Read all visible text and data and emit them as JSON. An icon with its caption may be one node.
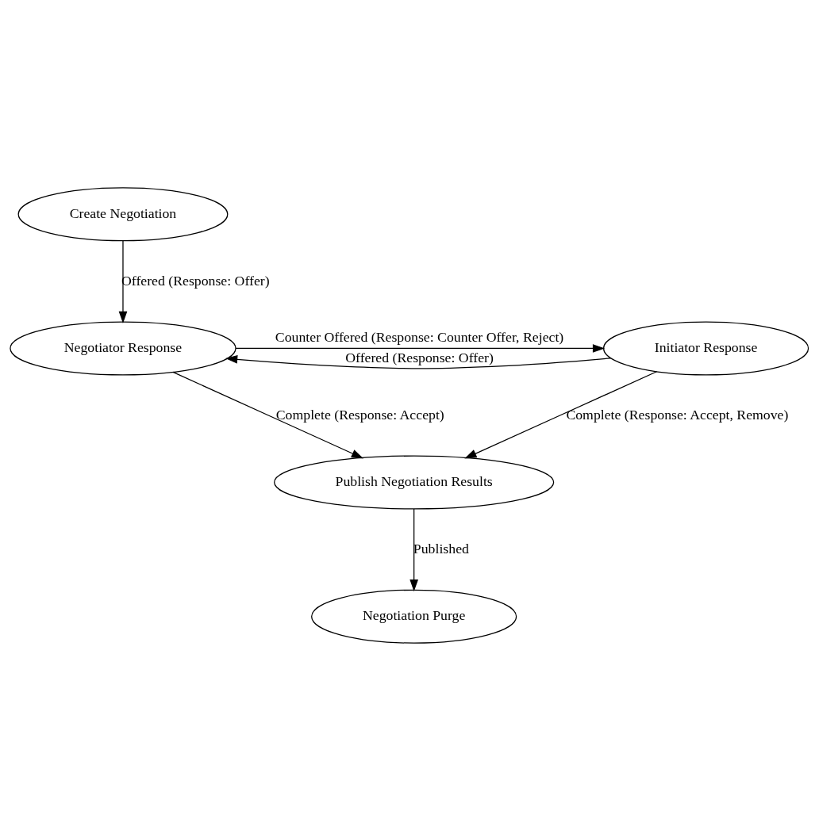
{
  "diagram": {
    "nodes": [
      {
        "text": [
          "Create Negotiation"
        ]
      },
      {
        "text": [
          "Negotiator Response"
        ]
      },
      {
        "text": [
          "Initiator Response"
        ]
      },
      {
        "text": [
          "Publish Negotiation Results"
        ]
      },
      {
        "text": [
          "Negotiation Purge"
        ]
      }
    ],
    "edges": [
      {
        "from": 0,
        "to": 1,
        "arrow": "to",
        "label": "Offered (Response: Offer)"
      },
      {
        "from": 1,
        "to": 2,
        "arrow": "to",
        "label": "Counter Offered (Response: Counter Offer, Reject)"
      },
      {
        "from": 2,
        "to": 1,
        "arrow": "to",
        "label": "Offered (Response: Offer)"
      },
      {
        "from": 1,
        "to": 3,
        "arrow": "to",
        "label": "Complete (Response: Accept)"
      },
      {
        "from": 2,
        "to": 3,
        "arrow": "to",
        "label": "Complete (Response: Accept, Remove)"
      },
      {
        "from": 3,
        "to": 4,
        "arrow": "to",
        "label": "Published"
      }
    ]
  }
}
